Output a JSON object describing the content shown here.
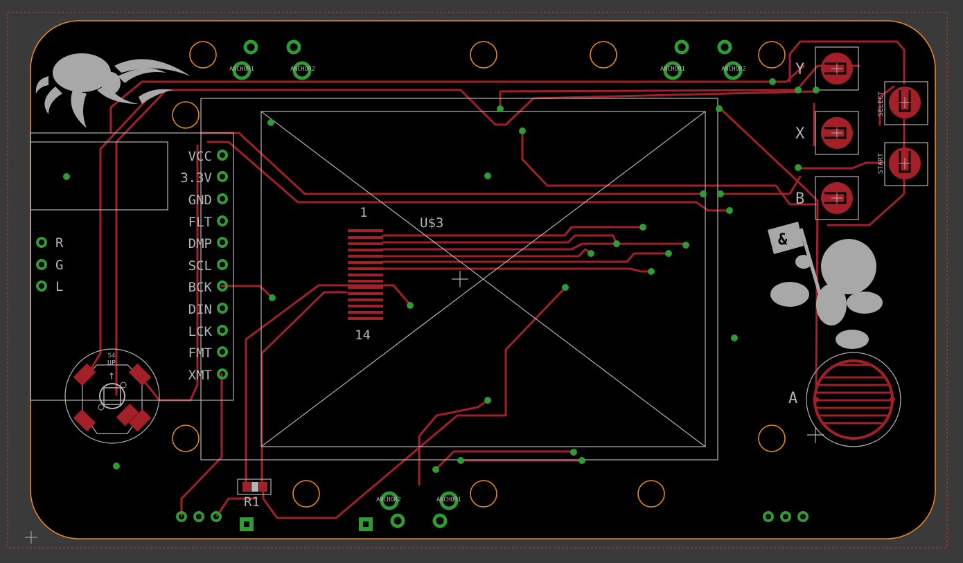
{
  "board": {
    "colors": {
      "background": "#3a3a3a",
      "board_fill": "#000000",
      "outline": "#e8891c",
      "dimension": "#c0393b",
      "trace": "#a32029",
      "via": "#2e9b33",
      "silk": "#b4b4b4",
      "silk_logo": "#a8a8a8"
    }
  },
  "pin_header": {
    "pins": [
      "VCC",
      "3.3V",
      "GND",
      "FLT",
      "DMP",
      "SCL",
      "BCK",
      "DIN",
      "LCK",
      "FMT",
      "XMT"
    ]
  },
  "led_labels": [
    "R",
    "G",
    "L"
  ],
  "display": {
    "name": "U$3",
    "pin_first": "1",
    "pin_last": "14"
  },
  "anchors": {
    "top_left": [
      "ANCHOR1",
      "ANCHOR2"
    ],
    "top_right": [
      "ANCHOR1",
      "ANCHOR2"
    ],
    "bottom": [
      "ANCHOR2",
      "ANCHOR1"
    ]
  },
  "buttons": {
    "y": "Y",
    "x": "X",
    "b": "B",
    "a": "A",
    "select": "SELECT",
    "start": "START"
  },
  "joystick": {
    "s": "S4",
    "up": "UP",
    "arrow": "↑"
  },
  "resistor": "R1",
  "logo_symbol": "&"
}
